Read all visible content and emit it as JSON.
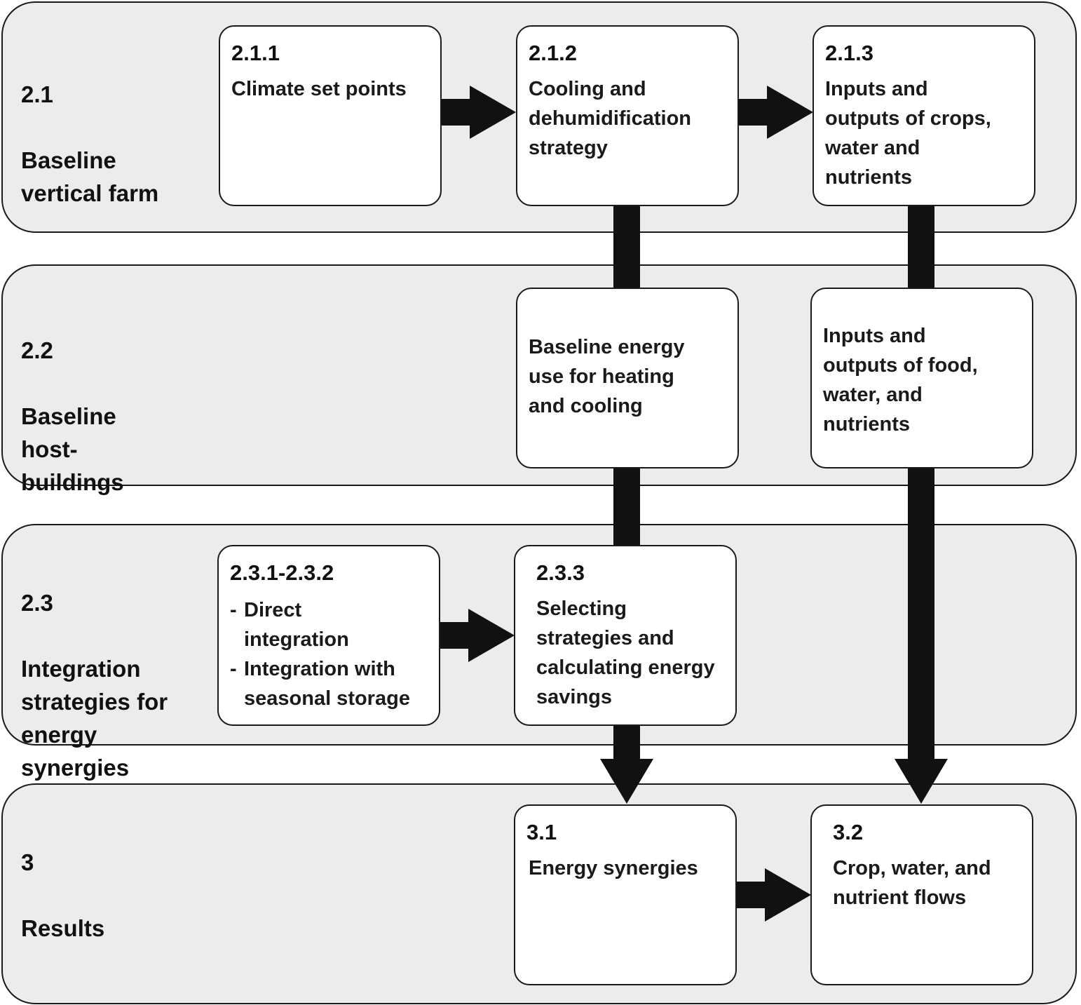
{
  "bands": [
    {
      "id": "2.1",
      "number": "2.1",
      "title": "Baseline\nvertical farm"
    },
    {
      "id": "2.2",
      "number": "2.2",
      "title": "Baseline\nhost-\nbuildings"
    },
    {
      "id": "2.3",
      "number": "2.3",
      "title": "Integration\nstrategies for\nenergy\nsynergies"
    },
    {
      "id": "3",
      "number": "3",
      "title": "Results"
    }
  ],
  "boxes": {
    "b211": {
      "number": "2.1.1",
      "text": "Climate set points"
    },
    "b212": {
      "number": "2.1.2",
      "text": "Cooling and\ndehumidification\nstrategy"
    },
    "b213": {
      "number": "2.1.3",
      "text": "Inputs and\noutputs of crops,\nwater and\nnutrients"
    },
    "b22a": {
      "text": "Baseline energy\nuse for heating\nand cooling"
    },
    "b22b": {
      "text": "Inputs and\noutputs of food,\nwater, and\nnutrients"
    },
    "b231": {
      "number": "2.3.1-2.3.2",
      "items": [
        "Direct\nintegration",
        "Integration with\nseasonal storage"
      ]
    },
    "b233": {
      "number": "2.3.3",
      "text": "Selecting\nstrategies and\ncalculating energy\nsavings"
    },
    "b31": {
      "number": "3.1",
      "text": "Energy synergies"
    },
    "b32": {
      "number": "3.2",
      "text": "Crop, water, and\nnutrient flows"
    }
  }
}
